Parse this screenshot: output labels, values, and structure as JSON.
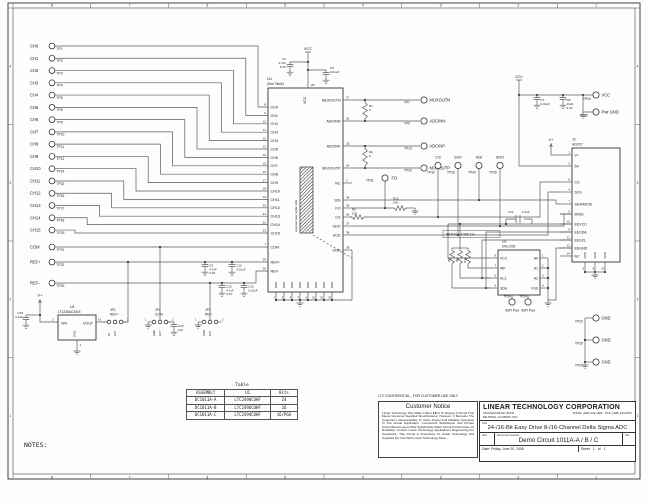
{
  "sheet": {
    "notes": "NOTES:",
    "confidential": "LTC CONFIDENTIAL - FOR CUSTOMER USE ONLY"
  },
  "border": {
    "cols": [
      "8",
      "7",
      "6",
      "5",
      "4",
      "3",
      "2",
      "1"
    ],
    "rows": [
      "4",
      "3",
      "2",
      "1"
    ]
  },
  "power": {
    "vcc": "VCC",
    "vplus": "V+",
    "five_v": "5V",
    "gnd": "GND"
  },
  "channels": [
    {
      "label": "CH0",
      "tp": "TP1"
    },
    {
      "label": "CH1",
      "tp": "TP2"
    },
    {
      "label": "CH2",
      "tp": "TP3"
    },
    {
      "label": "CH3",
      "tp": "TP4"
    },
    {
      "label": "CH4",
      "tp": "TP5"
    },
    {
      "label": "CH5",
      "tp": "TP6"
    },
    {
      "label": "CH6",
      "tp": "TP8"
    },
    {
      "label": "CH7",
      "tp": "TP10"
    },
    {
      "label": "CH8",
      "tp": "TP11"
    },
    {
      "label": "CH9",
      "tp": "TP12"
    },
    {
      "label": "CH10",
      "tp": "TP14"
    },
    {
      "label": "CH11",
      "tp": "TP15"
    },
    {
      "label": "CH12",
      "tp": "TP16"
    },
    {
      "label": "CH13",
      "tp": "TP17"
    },
    {
      "label": "CH14",
      "tp": "TP18"
    },
    {
      "label": "CH15",
      "tp": "TP19"
    }
  ],
  "com_tp": {
    "label": "COM",
    "tp": "TP21"
  },
  "refp_tp": {
    "label": "REF+",
    "tp": "TP22"
  },
  "refm_tp": {
    "label": "REF-",
    "tp": "TP30"
  },
  "u1": {
    "ref": "U1",
    "note": "(See Table)",
    "vcc": "VCC",
    "vcc_pin": "28",
    "exposed": "exposed pad, solder side",
    "gnd": "GND",
    "left_pins": [
      {
        "pin": "8",
        "name": "CH0"
      },
      {
        "pin": "9",
        "name": "CH1"
      },
      {
        "pin": "10",
        "name": "CH2"
      },
      {
        "pin": "11",
        "name": "CH3"
      },
      {
        "pin": "12",
        "name": "CH4"
      },
      {
        "pin": "13",
        "name": "CH5"
      },
      {
        "pin": "14",
        "name": "CH6"
      },
      {
        "pin": "15",
        "name": "CH7"
      },
      {
        "pin": "16",
        "name": "CH8"
      },
      {
        "pin": "17",
        "name": "CH9"
      },
      {
        "pin": "18",
        "name": "CH10"
      },
      {
        "pin": "19",
        "name": "CH11"
      },
      {
        "pin": "20",
        "name": "CH12"
      },
      {
        "pin": "21",
        "name": "CH13"
      },
      {
        "pin": "22",
        "name": "CH14"
      },
      {
        "pin": "23",
        "name": "CH15"
      },
      {
        "pin": "7",
        "name": "COM"
      },
      {
        "pin": "29",
        "name": "REF+"
      },
      {
        "pin": "30",
        "name": "REF-"
      }
    ],
    "right_pins": [
      {
        "pin": "27",
        "name": "MUXOUTN"
      },
      {
        "pin": "26",
        "name": "ADCINN"
      },
      {
        "pin": "25",
        "name": "ADCINP"
      },
      {
        "pin": "24",
        "name": "MUXOUTP"
      },
      {
        "pin": "2",
        "name": "NC"
      },
      {
        "pin": "34",
        "name": "SDI"
      },
      {
        "pin": "35",
        "name": "FO"
      },
      {
        "pin": "36",
        "name": "CS"
      },
      {
        "pin": "37",
        "name": "SDO"
      },
      {
        "pin": "38",
        "name": "SCK"
      },
      {
        "pin": "39",
        "name": "GND"
      }
    ],
    "gnd_pins": [
      "1",
      "3",
      "4",
      "5",
      "6",
      "31",
      "32",
      "33"
    ]
  },
  "analog_tps": [
    {
      "tp": "TP7",
      "name": "MUXOUTN"
    },
    {
      "tp": "TP9",
      "name": "ADCINN"
    },
    {
      "tp": "TP13",
      "name": "ADCINP"
    },
    {
      "tp": "TP20",
      "name": "MUXOUTP"
    }
  ],
  "fo_tp": {
    "tp": "TP31",
    "name": "FO"
  },
  "bus_tps": [
    {
      "tp": "TP32",
      "name": "CS"
    },
    {
      "tp": "TP33",
      "name": "SCK"
    },
    {
      "tp": "TP34",
      "name": "SDI"
    },
    {
      "tp": "TP35",
      "name": "SDO"
    }
  ],
  "pwr_tps": [
    {
      "tp": "TP24",
      "name": "VCC"
    },
    {
      "tp": "TP25",
      "name": "Pwr GND"
    }
  ],
  "gnd_tps": [
    {
      "tp": "TP23",
      "name": "GND"
    },
    {
      "tp": "TP26",
      "name": "GND"
    },
    {
      "tp": "TP27",
      "name": "GND"
    }
  ],
  "smt_tps": [
    {
      "tp": "TP28",
      "name": "SMT Pad"
    },
    {
      "tp": "TP29",
      "name": "SMT Pad"
    }
  ],
  "resistors": {
    "r1": {
      "ref": "R1",
      "val": "0"
    },
    "r2": {
      "ref": "R2",
      "val": "0"
    },
    "r6": {
      "ref": "R6",
      "val": "100"
    },
    "r12": {
      "ref": "R12",
      "val": "10K"
    },
    "r8": "R8",
    "r9": "R9",
    "r10": "R10",
    "note": "R8-R10 = 4.99K 1%"
  },
  "caps": {
    "c2": {
      "ref": "C2",
      "v1": "4.7uF",
      "v2": "6.3V"
    },
    "c3": {
      "ref": "C3",
      "v1": "0.01uF"
    },
    "c7": {
      "ref": "C7",
      "v1": "0.01uF"
    },
    "c8": {
      "ref": "C8",
      "v1": "10uF",
      "v2": "6.3V"
    },
    "c9": {
      "ref": "C9",
      "v1": "4.7uF",
      "v2": "6.3V"
    },
    "c10": {
      "ref": "C10",
      "v1": "0.01uF"
    },
    "c11": {
      "ref": "C11",
      "v1": "0.1uF"
    },
    "c12": {
      "ref": "C12",
      "v1": "4.7uF",
      "v2": "6.3V"
    },
    "c13": {
      "ref": "C13",
      "v1": "0.01uF"
    },
    "c15": {
      "ref": "C15",
      "v1": "0.1uF"
    },
    "c20": {
      "ref": "C20",
      "v1": "1uF"
    }
  },
  "u3": {
    "ref": "U3",
    "part": "24LC025",
    "left": [
      {
        "pin": "8",
        "name": "VCC"
      },
      {
        "pin": "7",
        "name": "WP"
      },
      {
        "pin": "6",
        "name": "SCL"
      },
      {
        "pin": "5",
        "name": "SDA"
      }
    ],
    "right": [
      {
        "pin": "1",
        "name": "A0"
      },
      {
        "pin": "2",
        "name": "A1"
      },
      {
        "pin": "3",
        "name": "A2"
      },
      {
        "pin": "4",
        "name": "VSS"
      }
    ]
  },
  "u4": {
    "ref": "U4",
    "part": "LT1236ACS8-5",
    "vin": "VIN",
    "vout": "VOUT",
    "gnd": "GND",
    "pin_vin": "2",
    "pin_vout": "6",
    "pin_gnd": "4"
  },
  "jumpers": [
    {
      "ref": "JP1",
      "name": "REF+",
      "p1": "1",
      "p2": "2",
      "opt1": "5V",
      "opt2": "EXT"
    },
    {
      "ref": "JP2",
      "name": "COM",
      "p1": "1",
      "p2": "2",
      "opt1": "GND",
      "opt2": "EXT"
    },
    {
      "ref": "JP3",
      "name": "REF-",
      "p1": "1",
      "p2": "2",
      "opt1": "GND",
      "opt2": "EXT"
    }
  ],
  "j2": {
    "ref": "J2",
    "part": "HD2X7",
    "gnd": "GND",
    "pins": [
      {
        "pin": "1",
        "name": "V+"
      },
      {
        "pin": "2",
        "name": "5V"
      },
      {
        "pin": "6",
        "name": "CS"
      },
      {
        "pin": "4",
        "name": "SCK"
      },
      {
        "pin": "7",
        "name": "SDA/MOSI"
      },
      {
        "pin": "5",
        "name": "MISO"
      },
      {
        "pin": "10",
        "name": "EEVCC"
      },
      {
        "pin": "9",
        "name": "EESDA"
      },
      {
        "pin": "11",
        "name": "EESCL"
      },
      {
        "pin": "12",
        "name": "EEGND"
      },
      {
        "pin": "14",
        "name": "NC"
      }
    ],
    "gnd_pins": [
      "3",
      "8",
      "13"
    ]
  },
  "table": {
    "caption": "Table",
    "headers": [
      "ASSEMBLY",
      "U1",
      "Bits"
    ],
    "rows": [
      [
        "DC1011A-A",
        "LTC2498CUHF",
        "24"
      ],
      [
        "DC1011A-B",
        "LTC2496CUHF",
        "16"
      ],
      [
        "DC1011A-C",
        "LTC2494CUHF",
        "16/PGA"
      ]
    ]
  },
  "notice": {
    "title": "Customer Notice",
    "body": "Linear Technology Has Made A Best Effort To Design A Circuit That Meets Customer-Supplied Specifications; However, It Remains The Customer's Responsibility To Verify Proper And Reliable Operation In The Actual Application. Component Substitution And Printed Circuit Board Layout May Significantly Affect Circuit Performance Or Reliability. Contact Linear Technology Applications Engineering For Assistance. This Circuit Is Proprietary To Linear Technology And Supplied For Use With Linear Technology Parts."
  },
  "titleblock": {
    "company": "LINEAR TECHNOLOGY CORPORATION",
    "addr1": "1630 McCARTHY BLVD.",
    "addr2": "MILPITAS, CA 95035-7417",
    "addr3": "VOICE: (408) 432-1900",
    "addr4": "FAX: (408) 434-0507",
    "title_label": "Title",
    "title": "24-/16-Bit Easy Drive 8-/16-Channel Delta Sigma ADC",
    "size_label": "Size",
    "doc_label": "Document Number",
    "rev_label": "Rev",
    "docnum": "Demo Circuit 1011A-A / B / C",
    "date_label": "Date:",
    "date": "Friday, June 20, 2008",
    "sheet_label": "Sheet",
    "sheet_num": "1",
    "of_label": "of",
    "sheet_total": "1"
  }
}
